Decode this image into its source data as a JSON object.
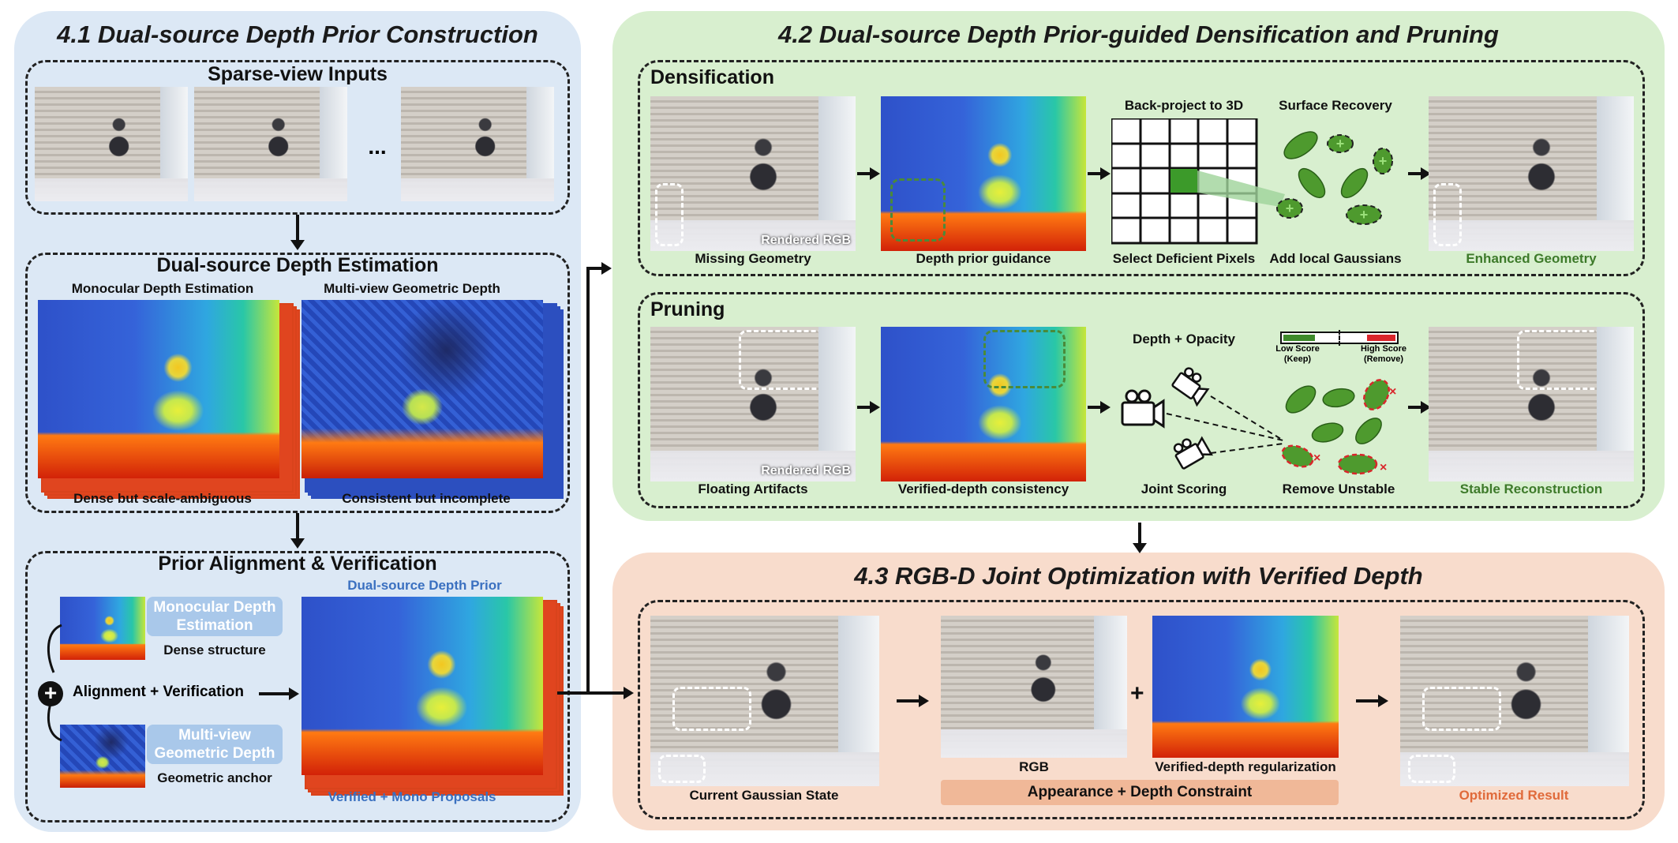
{
  "colors": {
    "panel_blue": "#dce8f5",
    "panel_green": "#d8efcf",
    "panel_orange": "#f8dccc",
    "accent_green": "#3d7a2a",
    "accent_blue": "#3a70c0",
    "accent_orange": "#e06a3a",
    "gaussian_green": "#4e9a2e",
    "remove_red": "#d9262b"
  },
  "section41": {
    "title": "4.1 Dual-source Depth Prior Construction",
    "sparse_title": "Sparse-view Inputs",
    "ellipsis": "...",
    "dual_title": "Dual-source Depth Estimation",
    "mono_label": "Monocular Depth Estimation",
    "mv_label": "Multi-view Geometric Depth",
    "mono_caption": "Dense but scale-ambiguous",
    "mv_caption": "Consistent but incomplete",
    "prior_title": "Prior Alignment & Verification",
    "mono_chip": "Monocular Depth Estimation",
    "mono_sub": "Dense structure",
    "mv_chip": "Multi-view Geometric Depth",
    "mv_sub": "Geometric anchor",
    "plus_symbol": "+",
    "align_label": "Alignment + Verification",
    "prior_top": "Dual-source Depth Prior",
    "prior_bottom": "Verified + Mono Proposals"
  },
  "section42": {
    "title": "4.2 Dual-source Depth Prior-guided Densification and Pruning",
    "dens_title": "Densification",
    "rendered_tag": "Rendered RGB",
    "missing": "Missing Geometry",
    "depth_guide": "Depth prior guidance",
    "backproject": "Back-project to 3D",
    "select": "Select Deficient Pixels",
    "surface": "Surface Recovery",
    "add_local": "Add local Gaussians",
    "enhanced": "Enhanced Geometry",
    "plus_mark": "+",
    "prun_title": "Pruning",
    "floating": "Floating Artifacts",
    "verified_consistency": "Verified-depth consistency",
    "depth_opacity": "Depth + Opacity",
    "joint_scoring": "Joint Scoring",
    "low_score": "Low Score",
    "keep": "(Keep)",
    "high_score": "High Score",
    "remove": "(Remove)",
    "remove_unstable": "Remove Unstable",
    "x_mark": "×",
    "stable": "Stable Reconstruction"
  },
  "section43": {
    "title": "4.3 RGB-D Joint Optimization with Verified Depth",
    "current": "Current Gaussian State",
    "rgb": "RGB",
    "verified_reg": "Verified-depth regularization",
    "plus_symbol": "+",
    "constraint": "Appearance + Depth Constraint",
    "optimized": "Optimized Result"
  },
  "icons": [
    "camera-icon",
    "gaussian-ellipse-icon",
    "plus-circle-icon",
    "arrow-right-icon",
    "arrow-down-icon"
  ]
}
